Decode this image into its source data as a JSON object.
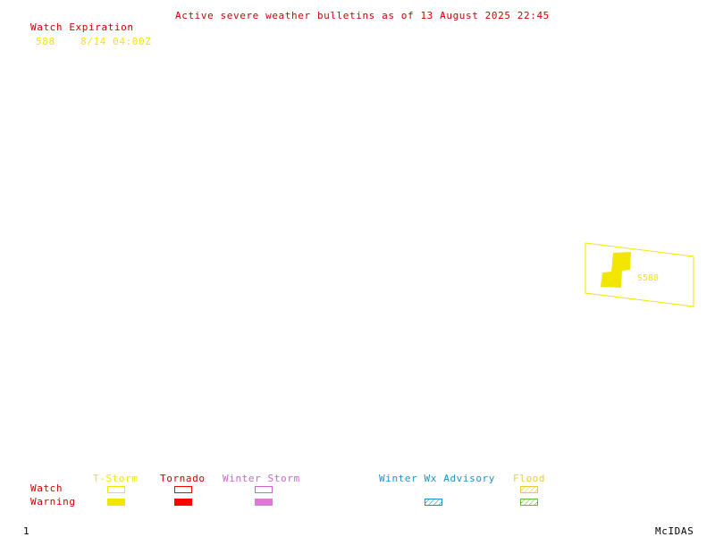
{
  "title": "Active severe weather bulletins as of 13 August 2025 22:45",
  "watch_list": {
    "heading": "Watch Expiration",
    "entries": [
      {
        "number": "588",
        "expiration": "8/14 04:00Z"
      }
    ]
  },
  "map": {
    "watch_box_label": "S588",
    "watch_type": "T-Storm"
  },
  "legend": {
    "row_labels": {
      "watch": "Watch",
      "warning": "Warning"
    },
    "categories": [
      {
        "label": "T-Storm",
        "color": "#f2e600",
        "watch_style": "outline",
        "warning_style": "solid"
      },
      {
        "label": "Tornado",
        "color": "#ff0000",
        "watch_style": "outline",
        "warning_style": "solid"
      },
      {
        "label": "Winter Storm",
        "color": "#cc66cc",
        "watch_style": "outline",
        "warning_style": "solid"
      },
      {
        "label": "Winter Wx Advisory",
        "color": "#1f8fc8",
        "watch_style": "none",
        "warning_style": "hatched"
      },
      {
        "label": "Flood",
        "color": "#e6cc33",
        "watch_style": "hatched",
        "warning_style": "hatched-green"
      }
    ]
  },
  "footer": {
    "frame_number": "1",
    "brand": "McIDAS"
  }
}
